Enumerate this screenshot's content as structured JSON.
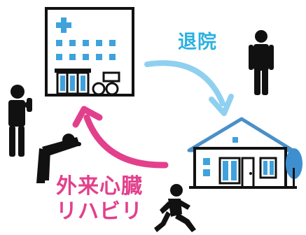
{
  "labels": {
    "discharge": "退院",
    "rehab_line1": "外来心臓",
    "rehab_line2": "リハビリ"
  },
  "colors": {
    "discharge_arrow": "#8fd0f0",
    "rehab_arrow": "#e2408c",
    "discharge_text": "#2bb0e0",
    "rehab_text": "#e2408c",
    "building_accent": "#3fa2dc",
    "house_roof": "#4a90c8",
    "tree": "#3e8fd0",
    "figure": "#111111"
  },
  "icons": [
    "hospital-icon",
    "house-icon",
    "standing-person-icon",
    "exercising-person-icon",
    "stretching-person-icon",
    "running-person-icon"
  ]
}
